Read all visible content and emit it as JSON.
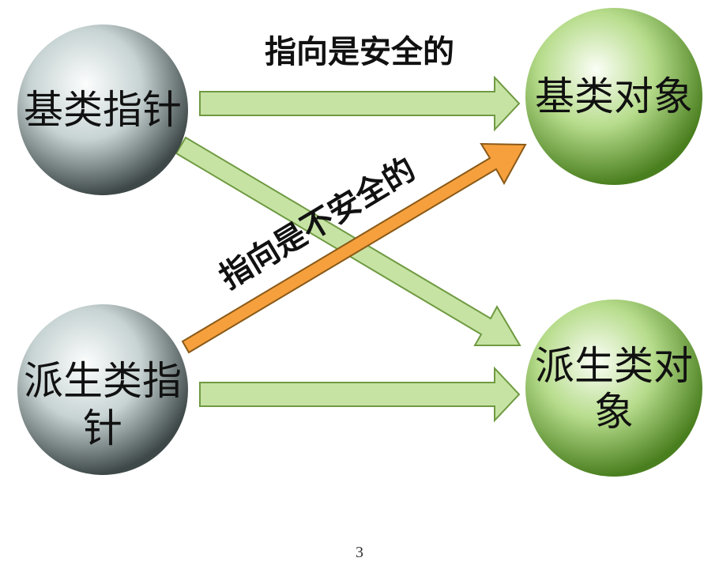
{
  "nodes": {
    "base_pointer": "基类指针",
    "derived_pointer": [
      "派生类指",
      "针"
    ],
    "base_object": "基类对象",
    "derived_object": [
      "派生类对",
      "象"
    ]
  },
  "labels": {
    "safe": "指向是安全的",
    "unsafe": "指向是不安全的"
  },
  "colors": {
    "pointer_sphere": "#bccaca",
    "object_sphere": "#a6d27a",
    "safe_arrow": "#c6e3a4",
    "unsafe_arrow": "#f6a03d"
  },
  "page_number": "3"
}
